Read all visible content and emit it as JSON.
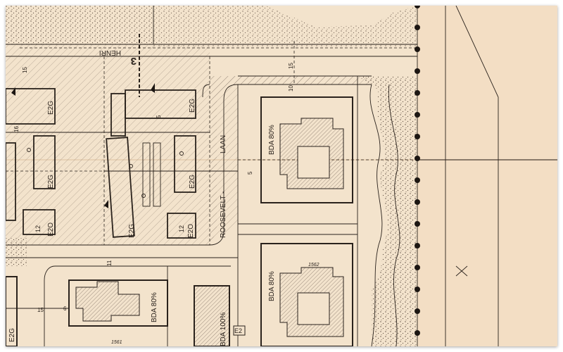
{
  "map": {
    "street_names": {
      "henri": "HENRI",
      "roosevelt": "ROOSEVELT -",
      "laan": "LAAN"
    },
    "section_marker": "3",
    "building_labels": [
      {
        "id": "bda-80-top",
        "text": "BDA 80%"
      },
      {
        "id": "bda-80-mid",
        "text": "BDA 80%"
      },
      {
        "id": "bda-80-bottom",
        "text": "BDA 80%"
      },
      {
        "id": "bda-100",
        "text": "BDA 100%"
      }
    ],
    "zone_codes": {
      "e2g": "E2G",
      "e2o": "E2O",
      "e2": "E2",
      "twelve": "12"
    },
    "height_marks": {
      "fifteen": "15",
      "ten": "10",
      "five": "5",
      "six": "6",
      "eleven": "11",
      "sixteen": "16"
    },
    "plot_numbers": {
      "n1562": "1562",
      "n1561": "1561"
    },
    "colors": {
      "paper": "#f3e3cc",
      "ink": "#2a221c",
      "stipple": "#5a4a3e",
      "hatch": "#7a6a5e"
    }
  }
}
